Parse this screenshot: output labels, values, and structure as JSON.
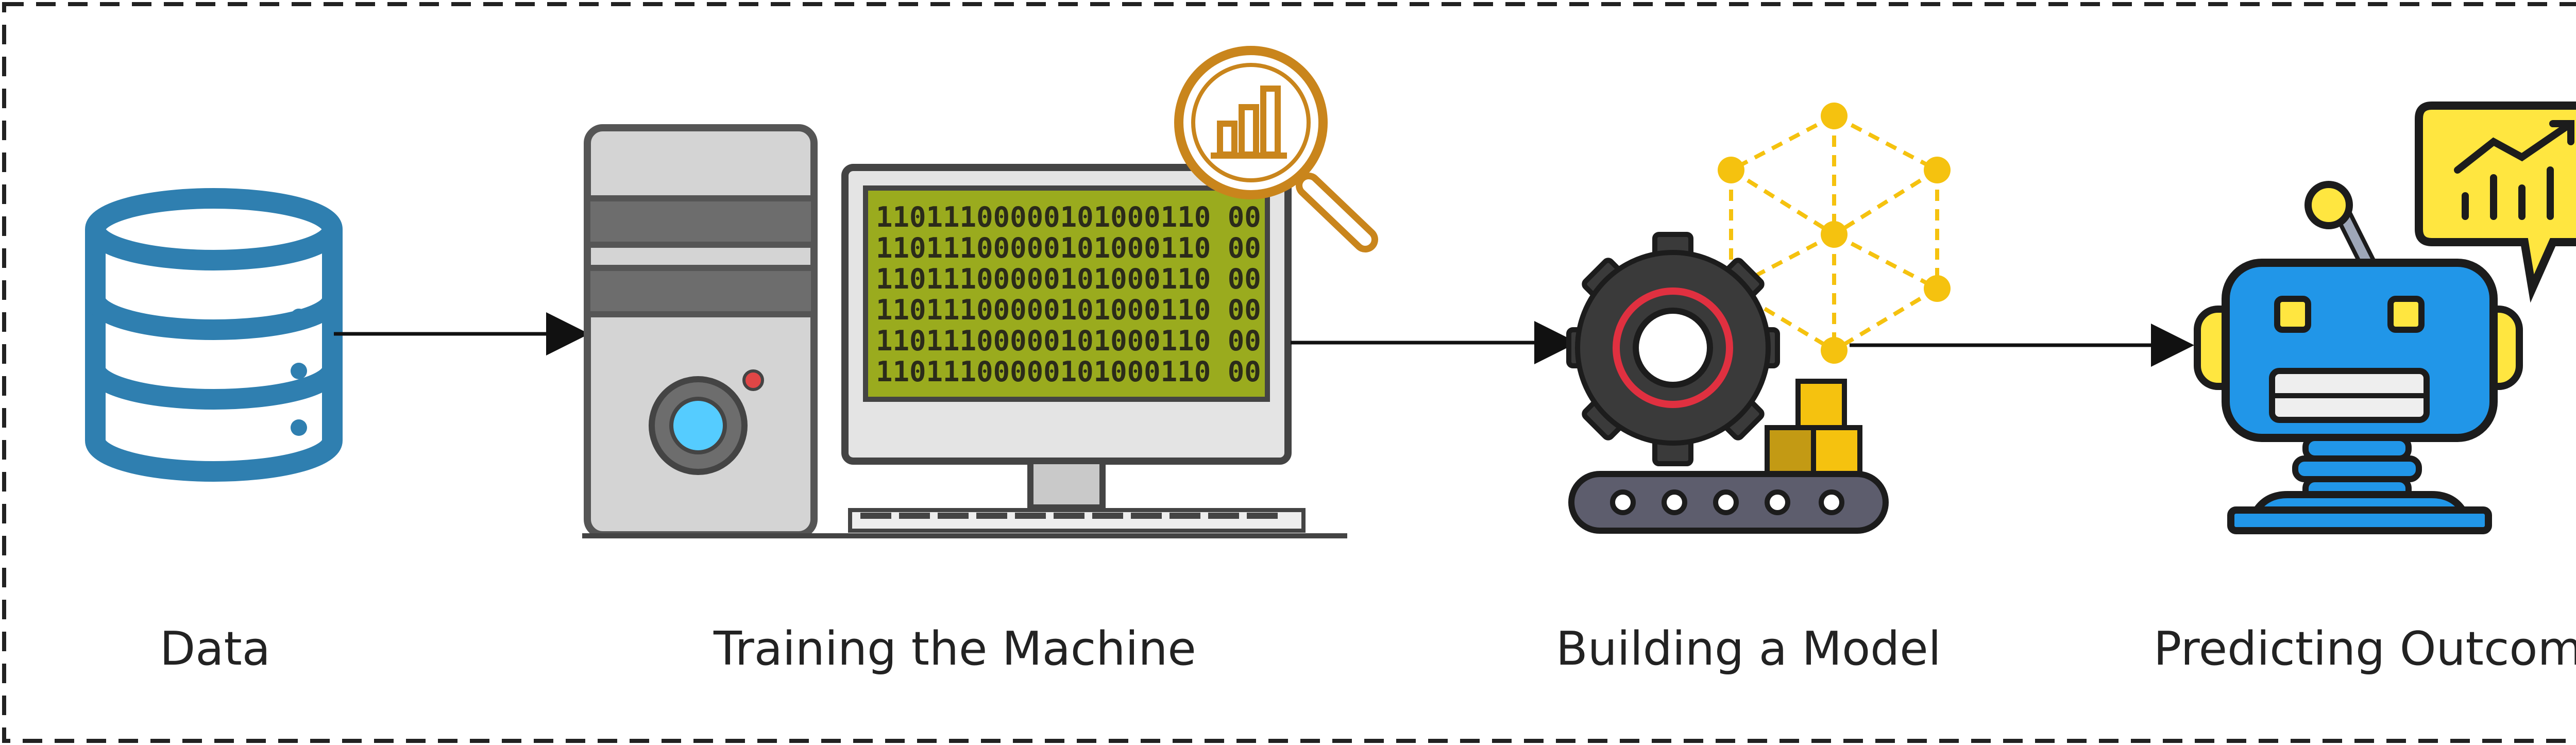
{
  "stages": [
    {
      "label": "Data",
      "icon": "database-icon"
    },
    {
      "label": "Training the Machine",
      "icon": "computer-workstation-icon"
    },
    {
      "label": "Building a Model",
      "icon": "gear-conveyor-network-icon"
    },
    {
      "label": "Predicting Outcome",
      "icon": "robot-chart-icon"
    }
  ],
  "screen": {
    "binary_lines": [
      "11011100000101000110 00",
      "11011100000101000110 00",
      "11011100000101000110 00",
      "11011100000101000110 00",
      "11011100000101000110 00",
      "11011100000101000110 00"
    ]
  },
  "colors": {
    "database": "#2f7fb0",
    "screen": "#9aab1e",
    "magnifier": "#c9851c",
    "network": "#f5c20f",
    "robot": "#2196e8",
    "speech_bubble": "#ffe640"
  }
}
